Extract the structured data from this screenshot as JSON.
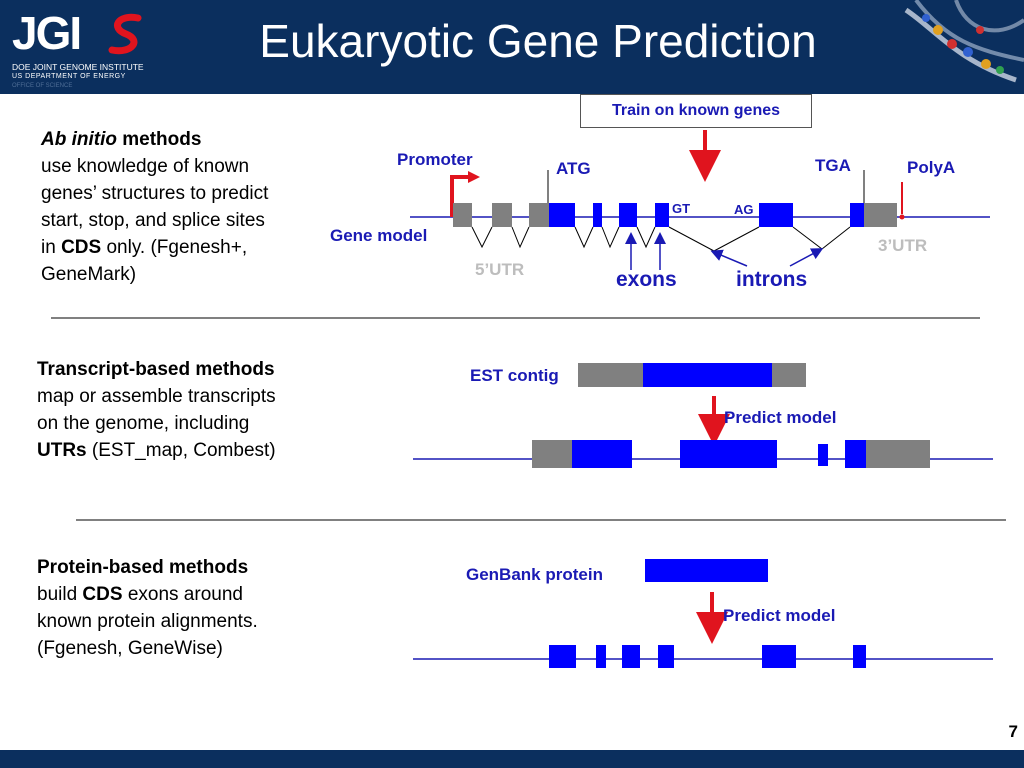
{
  "header": {
    "title": "Eukaryotic Gene Prediction",
    "logo": {
      "brand": "JGI",
      "line1": "DOE JOINT GENOME INSTITUTE",
      "line2": "US DEPARTMENT OF ENERGY",
      "line3": "OFFICE OF SCIENCE"
    },
    "background_color": "#0b2f5e"
  },
  "section_ab_initio": {
    "heading_italic": "Ab initio",
    "heading_rest": " methods",
    "line1": "use knowledge of known",
    "line2": "genes’ structures to predict",
    "line3": "start, stop, and splice sites",
    "line4_pre": "in ",
    "line4_bold": "CDS",
    "line4_post": " only. (Fgenesh+,",
    "line5": "GeneMark)"
  },
  "gene_model_diagram": {
    "train_label": "Train on known genes",
    "promoter_label": "Promoter",
    "atg_label": "ATG",
    "tga_label": "TGA",
    "polya_label": "PolyA",
    "gene_model_label": "Gene model",
    "gt_label": "GT",
    "ag_label": "AG",
    "utr5_label": "5’UTR",
    "utr3_label": "3’UTR",
    "exons_label": "exons",
    "introns_label": "introns"
  },
  "section_transcript": {
    "heading": "Transcript-based methods",
    "line1": "map or assemble transcripts",
    "line2": "on the genome, including",
    "line3_bold": "UTRs",
    "line3_rest": " (EST_map, Combest)",
    "est_label": "EST contig",
    "predict_label": "Predict model"
  },
  "section_protein": {
    "heading": "Protein-based methods",
    "line1_pre": "build ",
    "line1_bold": "CDS",
    "line1_post": " exons around",
    "line2": "known protein alignments.",
    "line3": "(Fgenesh, GeneWise)",
    "genbank_label": "GenBank protein",
    "predict_label": "Predict model"
  },
  "colors": {
    "exon_blue": "#0000ff",
    "utr_grey": "#808080",
    "label_blue": "#1a1ab4",
    "arrow_red": "#e0141e",
    "header_navy": "#0b2f5e"
  },
  "page_number": "7"
}
